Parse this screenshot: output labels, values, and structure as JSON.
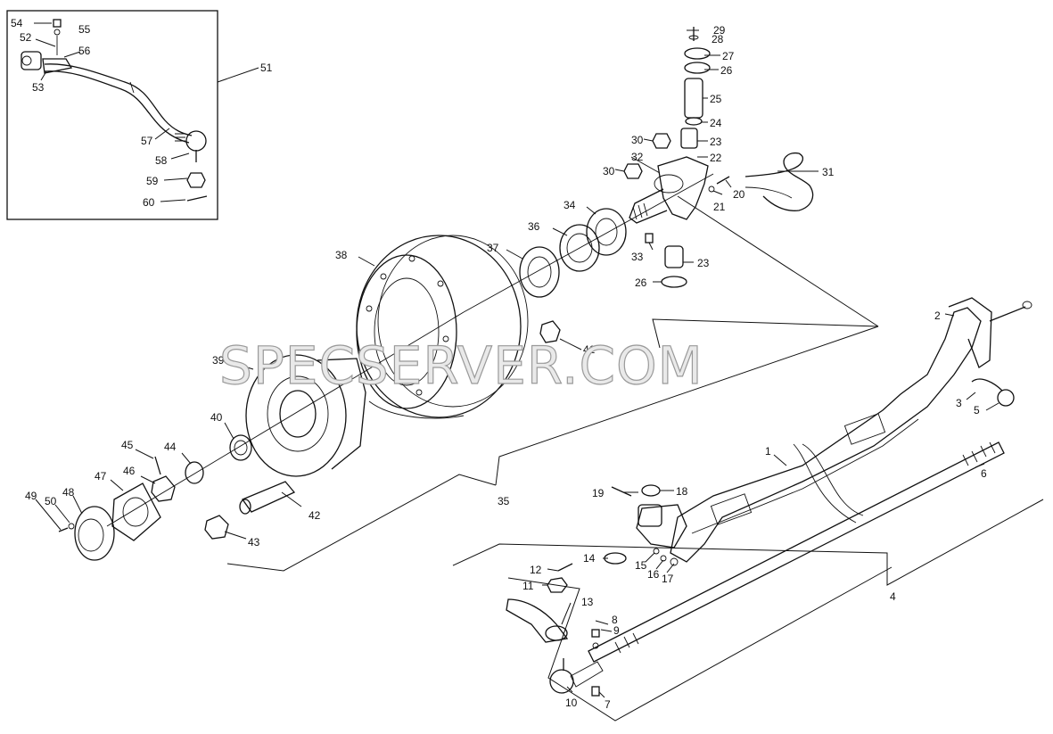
{
  "watermark": "SPECSERVER.COM",
  "labels": {
    "l1": "1",
    "l2": "2",
    "l3": "3",
    "l4": "4",
    "l5": "5",
    "l6": "6",
    "l7": "7",
    "l8": "8",
    "l9": "9",
    "l10": "10",
    "l11": "11",
    "l12": "12",
    "l13": "13",
    "l14": "14",
    "l15": "15",
    "l16": "16",
    "l17": "17",
    "l18": "18",
    "l19": "19",
    "l20": "20",
    "l21": "21",
    "l22": "22",
    "l23a": "23",
    "l23b": "23",
    "l24": "24",
    "l25": "25",
    "l26a": "26",
    "l26b": "26",
    "l27": "27",
    "l28": "28",
    "l29": "29",
    "l30a": "30",
    "l30b": "30",
    "l31": "31",
    "l32": "32",
    "l33": "33",
    "l34": "34",
    "l35": "35",
    "l36": "36",
    "l37": "37",
    "l38": "38",
    "l39": "39",
    "l40": "40",
    "l41": "41",
    "l42": "42",
    "l43": "43",
    "l44": "44",
    "l45": "45",
    "l46": "46",
    "l47": "47",
    "l48": "48",
    "l49": "49",
    "l50": "50",
    "l51": "51",
    "l52": "52",
    "l53": "53",
    "l54": "54",
    "l55": "55",
    "l56": "56",
    "l57": "57",
    "l58": "58",
    "l59": "59",
    "l60": "60"
  }
}
